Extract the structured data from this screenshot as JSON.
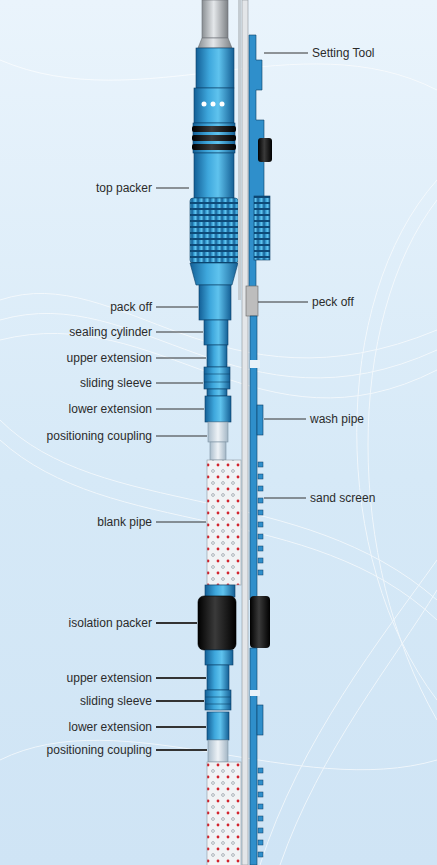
{
  "diagram": {
    "labels": [
      "Setting Tool",
      "top packer",
      "peck off",
      "pack off",
      "sealing cylinder",
      "upper extension",
      "sliding sleeve",
      "lower extension",
      "wash pipe",
      "positioning coupling",
      "sand screen",
      "blank pipe",
      "isolation packer",
      "upper extension",
      "sliding sleeve",
      "lower extension",
      "positioning coupling"
    ]
  }
}
